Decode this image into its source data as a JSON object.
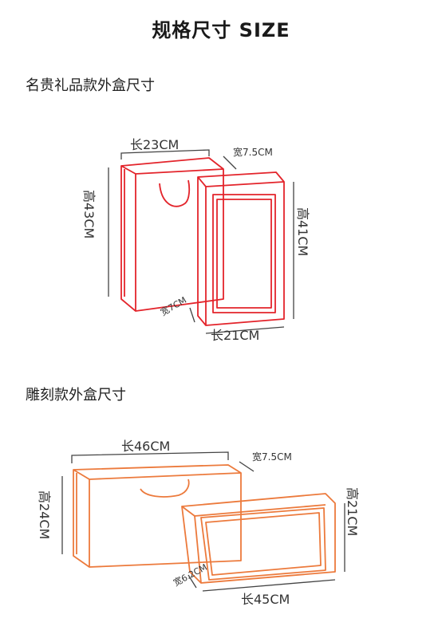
{
  "header": {
    "title": "规格尺寸 SIZE"
  },
  "section1": {
    "title": "名贵礼品款外盒尺寸",
    "bag": {
      "length": "长23CM",
      "width": "宽7.5CM",
      "height": "高43CM"
    },
    "box": {
      "length": "长21CM",
      "width": "宽7CM",
      "height": "高41CM"
    },
    "color": "#e3242b"
  },
  "section2": {
    "title": "雕刻款外盒尺寸",
    "bag": {
      "length": "长46CM",
      "width": "宽7.5CM",
      "height": "高24CM"
    },
    "box": {
      "length": "长45CM",
      "width": "宽6.2CM",
      "height": "高21CM"
    },
    "color": "#ec7a3c"
  }
}
